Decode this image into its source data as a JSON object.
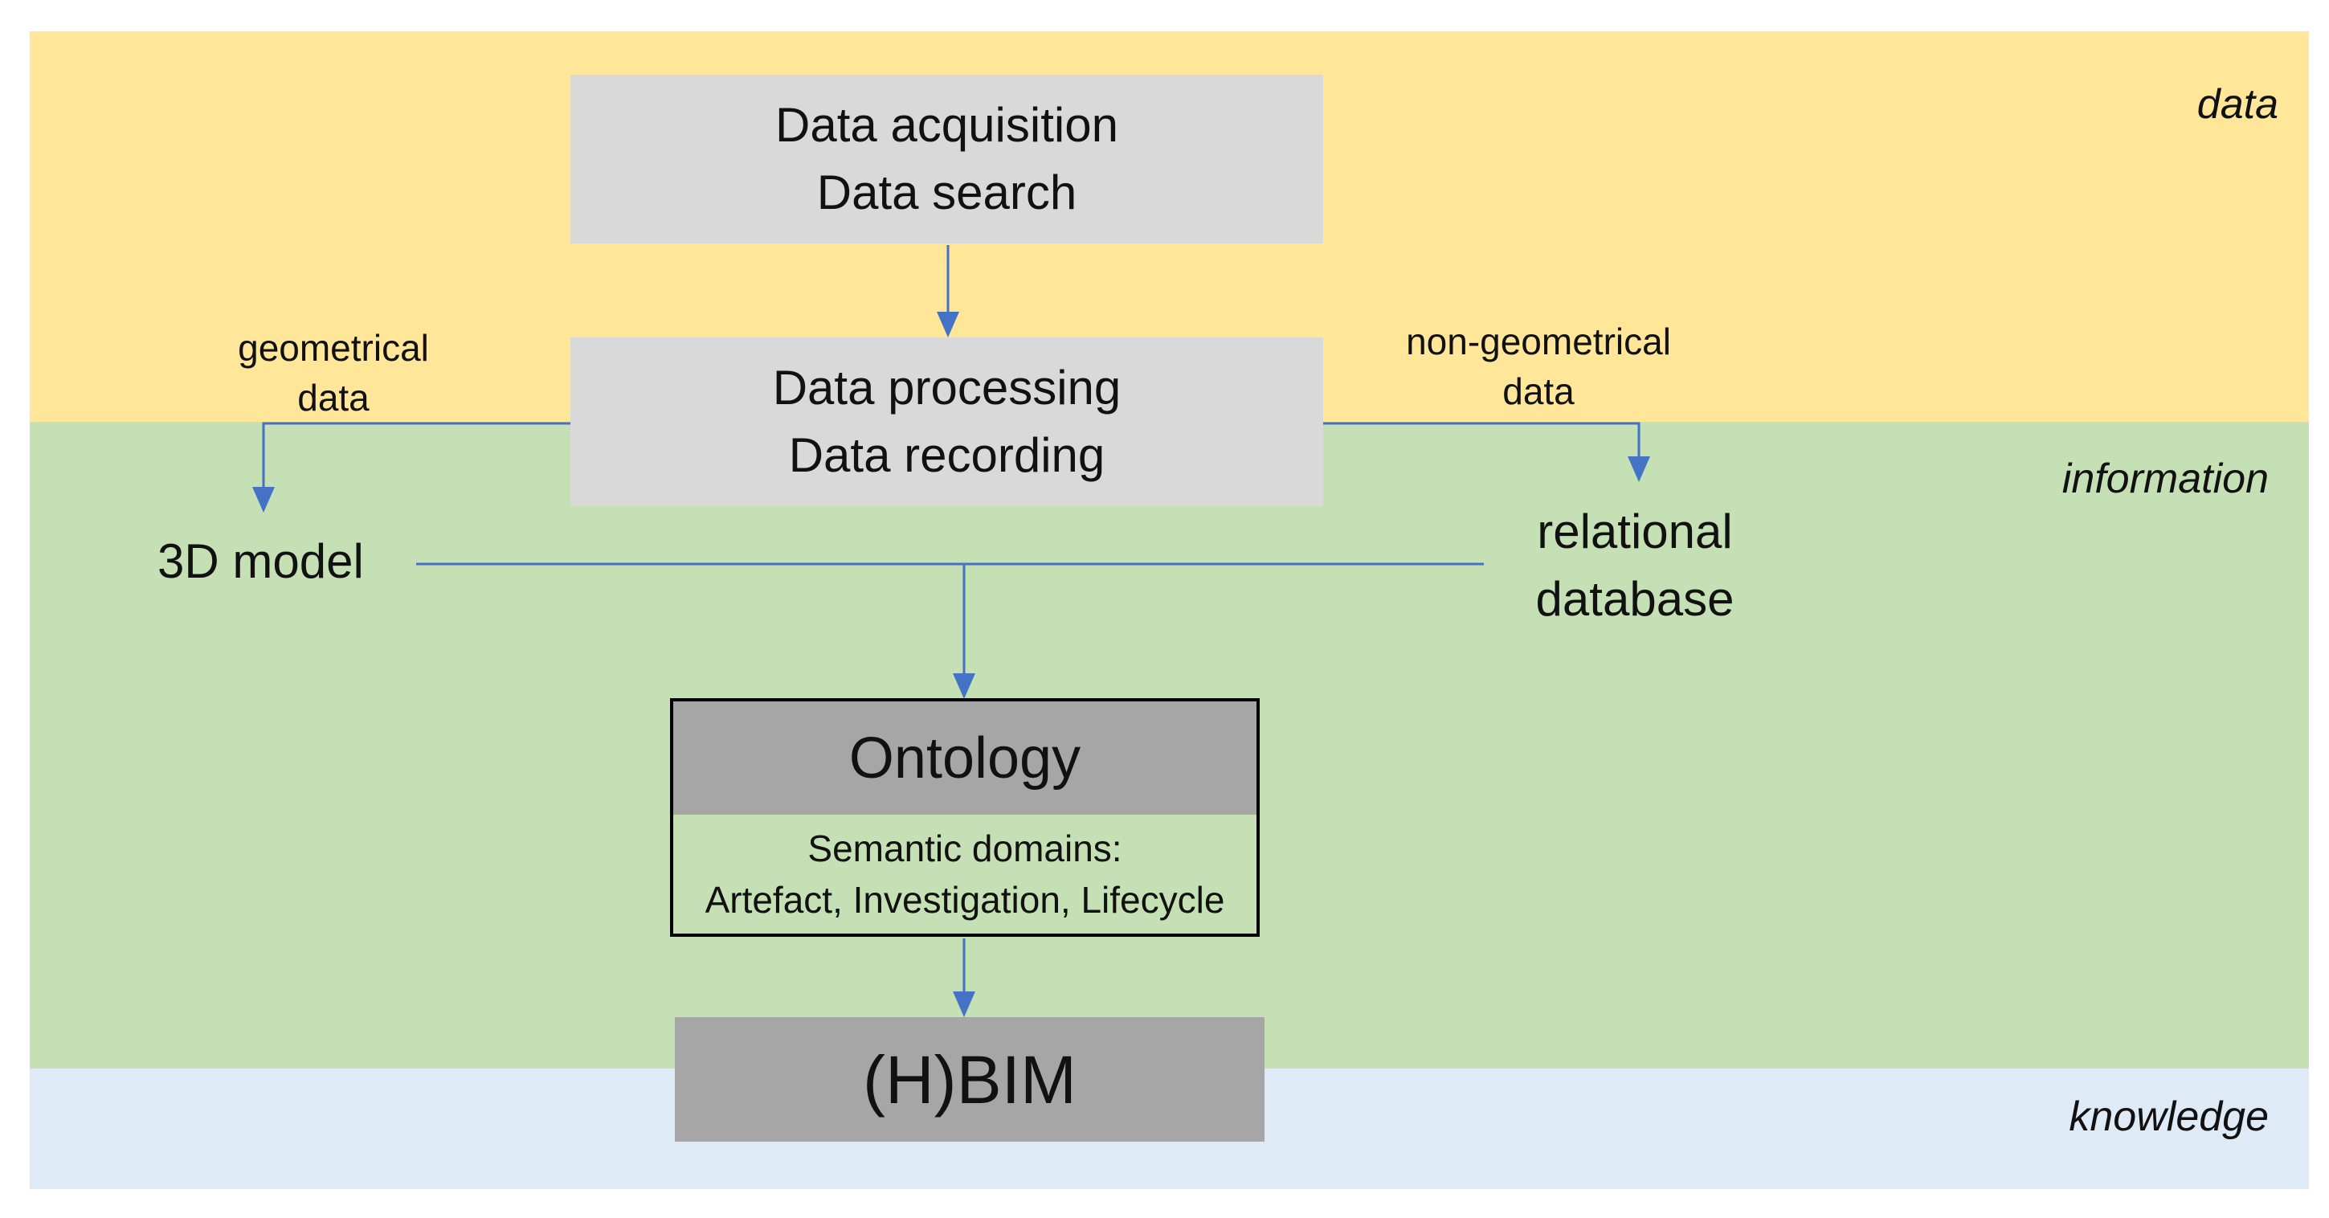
{
  "bands": {
    "data": "data",
    "information": "information",
    "knowledge": "knowledge"
  },
  "boxes": {
    "acquisition": [
      "Data acquisition",
      "Data search"
    ],
    "processing": [
      "Data processing",
      "Data recording"
    ],
    "ontology": {
      "title": "Ontology",
      "body": [
        "Semantic domains:",
        "Artefact, Investigation, Lifecycle"
      ]
    },
    "hbim": "(H)BIM"
  },
  "outputs": {
    "model_3d": "3D model",
    "relational_db": [
      "relational",
      "database"
    ]
  },
  "edge_labels": {
    "geometrical": [
      "geometrical",
      "data"
    ],
    "non_geometrical": [
      "non-geometrical",
      "data"
    ]
  },
  "colors": {
    "data_band": "#ffe699",
    "information_band": "#c5e0b4",
    "knowledge_band": "#deebf7",
    "box_light": "#d9d9d9",
    "box_dark": "#a6a6a6",
    "arrow": "#4472c4"
  }
}
